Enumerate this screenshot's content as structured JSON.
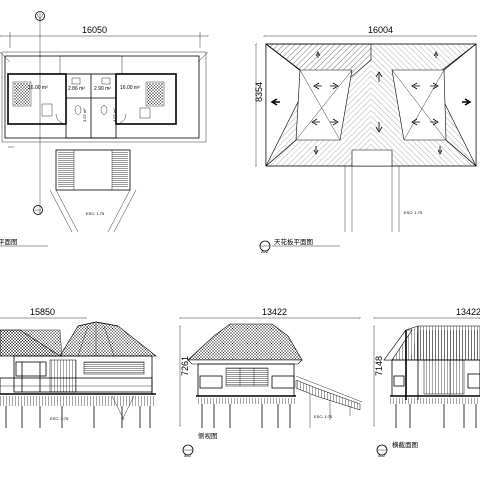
{
  "floor_plan": {
    "dim_top": "16050",
    "rooms": [
      {
        "area": "16.00 m²"
      },
      {
        "area": "2.86 m²"
      },
      {
        "area": "2.90 m²"
      },
      {
        "area": "16.00 m²"
      },
      {
        "area": "3.57 m²"
      },
      {
        "area": "3.57 m²"
      }
    ],
    "scale": "ESC: 1:75",
    "title": "平面图"
  },
  "ceiling_plan": {
    "dim_top": "16004",
    "dim_side": "8354",
    "scale": "ESC: 1:75",
    "title": "天花板平面图",
    "tag": "A02"
  },
  "front_elevation": {
    "dim_top": "15850",
    "scale": "ESC: 1:75"
  },
  "side_elevation": {
    "dim_top": "13422",
    "dim_side": "7261",
    "scale": "ESC: 1:75",
    "title": "侧视图",
    "tag": "A02"
  },
  "cross_section": {
    "dim_top": "13422",
    "dim_side": "7148",
    "title": "横截面图",
    "tag": "A02"
  },
  "icons": [
    "arrow-up-icon",
    "arrow-down-icon",
    "arrow-left-icon",
    "arrow-right-icon",
    "north-marker-icon",
    "section-marker-icon"
  ]
}
